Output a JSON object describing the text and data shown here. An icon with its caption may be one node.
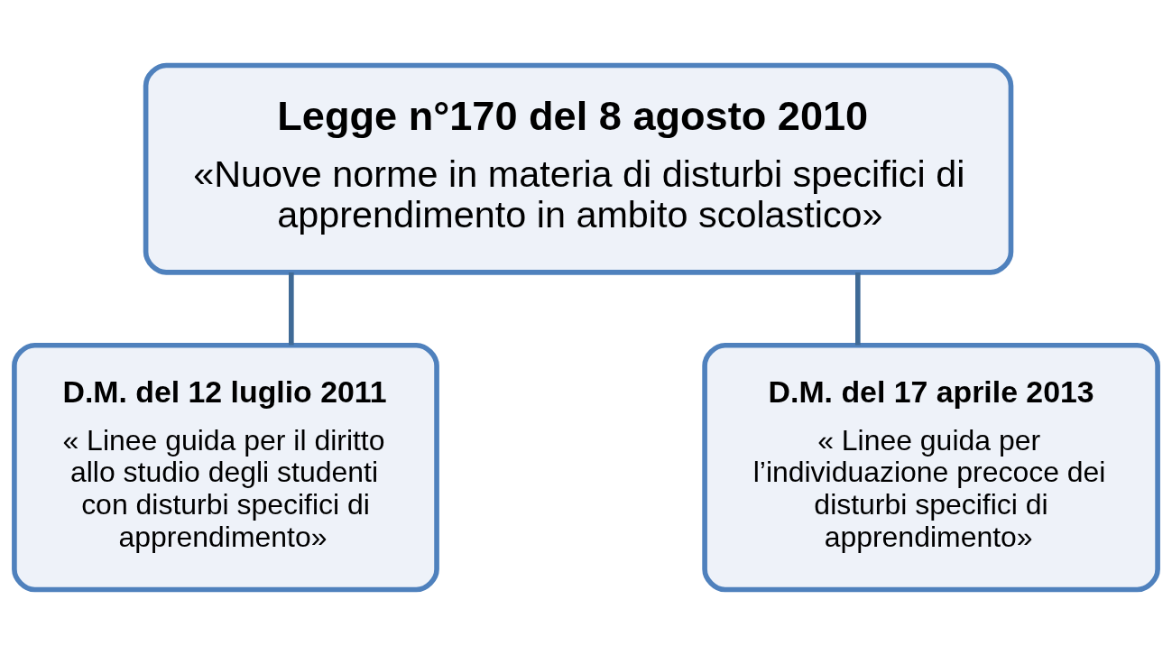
{
  "diagram": {
    "nodes": [
      {
        "text": [
          "Legge n°170 del 8 agosto 2010",
          "«Nuove norme in materia di disturbi specifici di apprendimento in ambito scolastico»"
        ]
      },
      {
        "text": [
          "D.M. del 12 luglio 2011",
          "« Linee guida per il diritto allo studio degli studenti con disturbi specifici di apprendimento»"
        ]
      },
      {
        "text": [
          "D.M. del 17 aprile 2013",
          "« Linee guida per l’individuazione precoce dei disturbi specifici di apprendimento»"
        ]
      }
    ],
    "edges": [
      {
        "from": 0,
        "to": 1,
        "arrow": "none"
      },
      {
        "from": 0,
        "to": 2,
        "arrow": "none"
      }
    ]
  }
}
